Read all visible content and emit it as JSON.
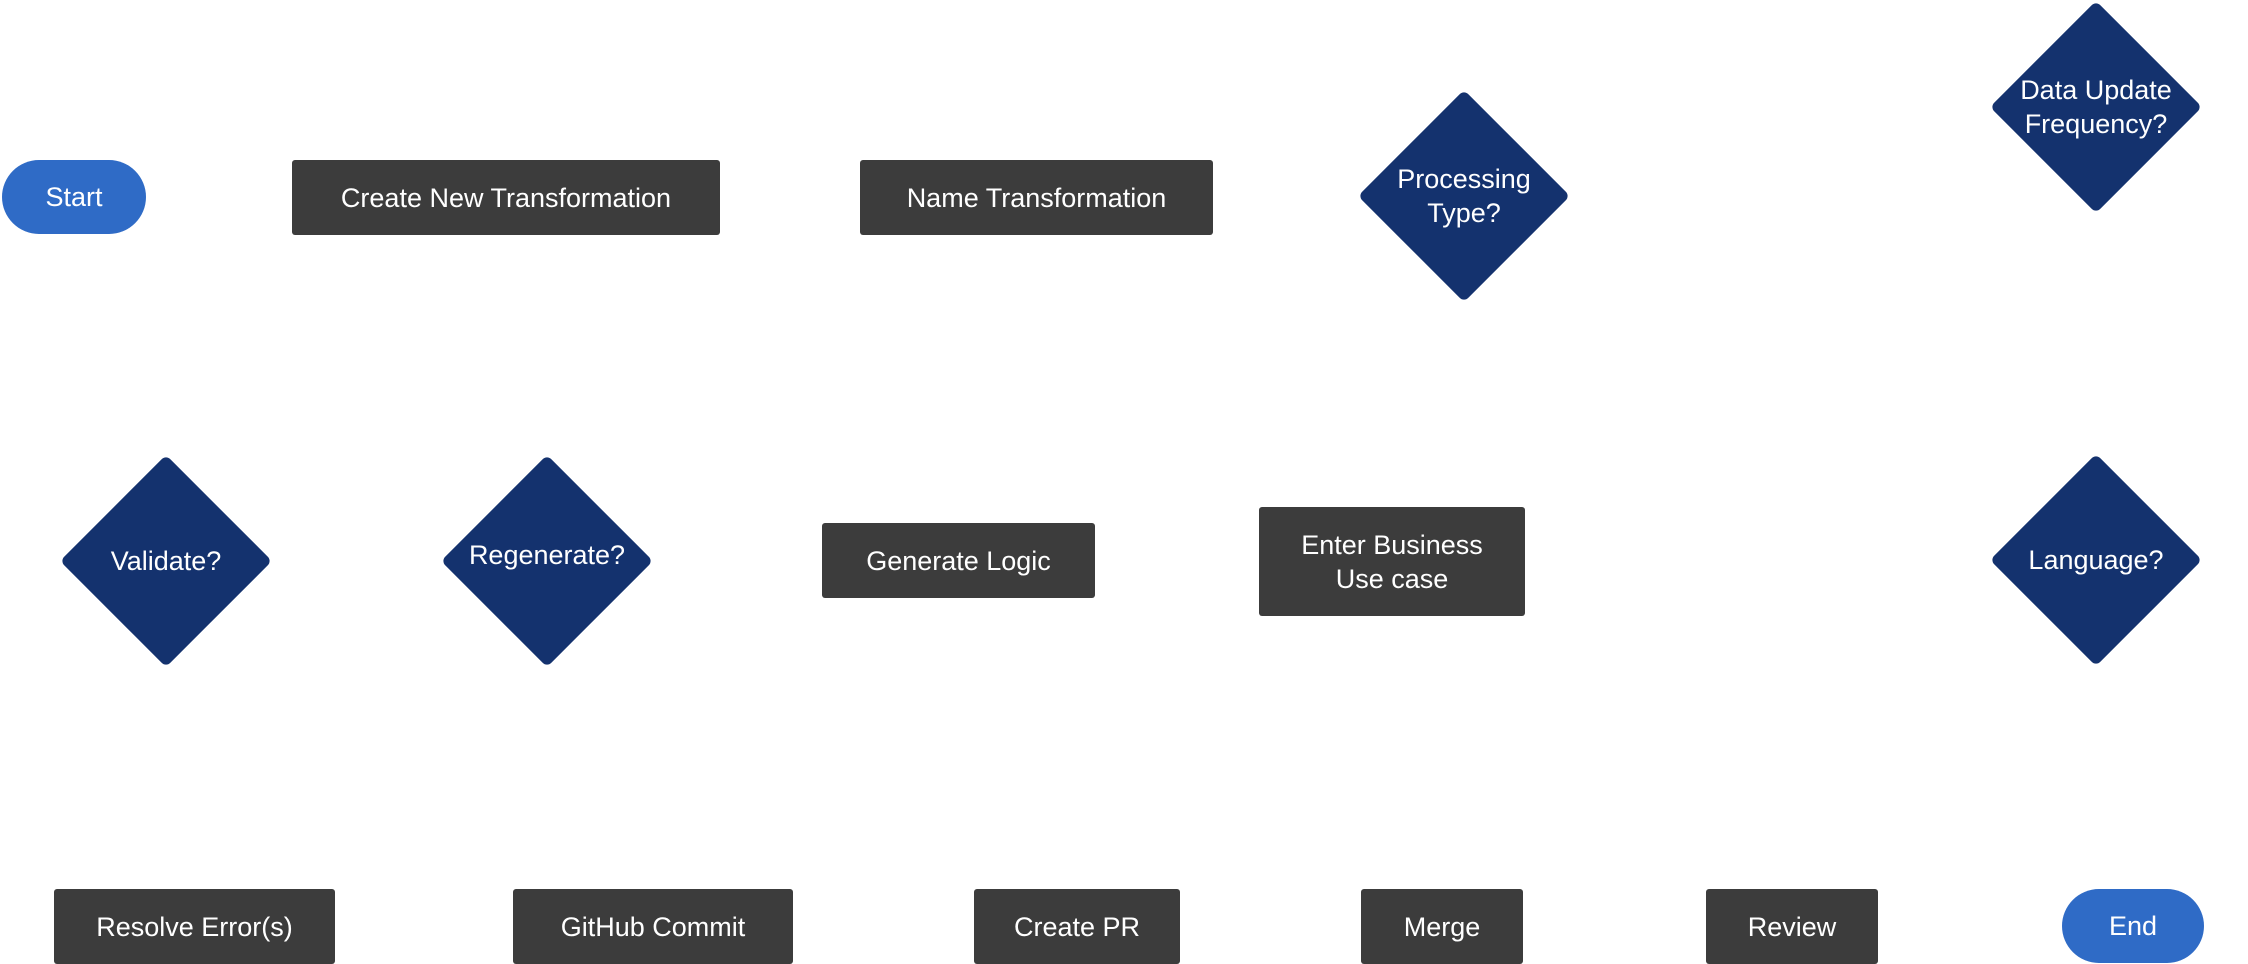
{
  "diagram": {
    "nodes": {
      "start": {
        "label": "Start",
        "kind": "terminal"
      },
      "create_new_transformation": {
        "label": "Create New Transformation",
        "kind": "process"
      },
      "name_transformation": {
        "label": "Name Transformation",
        "kind": "process"
      },
      "processing_type": {
        "label": "Processing\nType?",
        "kind": "decision"
      },
      "data_update_frequency": {
        "label": "Data Update\nFrequency?",
        "kind": "decision"
      },
      "validate": {
        "label": "Validate?",
        "kind": "decision"
      },
      "regenerate": {
        "label": "Regenerate?",
        "kind": "decision"
      },
      "generate_logic": {
        "label": "Generate Logic",
        "kind": "process"
      },
      "enter_business_use_case": {
        "label": "Enter Business\nUse case",
        "kind": "process"
      },
      "language": {
        "label": "Language?",
        "kind": "decision"
      },
      "resolve_errors": {
        "label": "Resolve Error(s)",
        "kind": "process"
      },
      "github_commit": {
        "label": "GitHub Commit",
        "kind": "process"
      },
      "create_pr": {
        "label": "Create PR",
        "kind": "process"
      },
      "merge": {
        "label": "Merge",
        "kind": "process"
      },
      "review": {
        "label": "Review",
        "kind": "process"
      },
      "end": {
        "label": "End",
        "kind": "terminal"
      }
    },
    "colors": {
      "terminal": "#2f6bc6",
      "process": "#3c3c3c",
      "decision": "#14326e",
      "text": "#ffffff",
      "background": "#ffffff"
    }
  }
}
